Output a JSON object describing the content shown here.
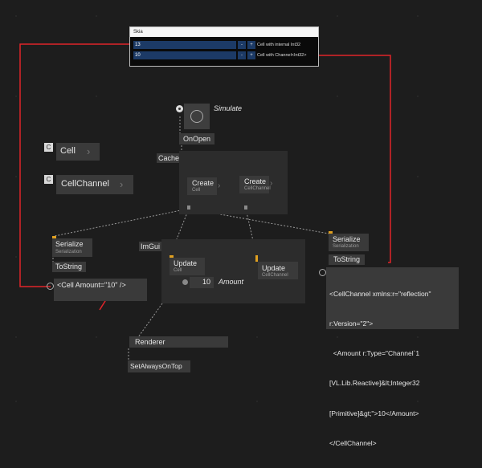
{
  "skia_window": {
    "title": "Skia",
    "rows": [
      {
        "value": "13",
        "minus": "-",
        "plus": "+",
        "label": "Cell with internal Int32"
      },
      {
        "value": "10",
        "minus": "-",
        "plus": "+",
        "label": "Cell with Channel<Int32>"
      }
    ]
  },
  "nodes": {
    "simulate": "Simulate",
    "onopen": "OnOpen",
    "cache": "Cache",
    "cell_tag": "C",
    "cell": "Cell",
    "cellchannel_tag": "C",
    "cellchannel": "CellChannel",
    "create_cell": {
      "label": "Create",
      "sub": "Cell"
    },
    "create_cellchannel": {
      "label": "Create",
      "sub": "CellChannel"
    },
    "serialize_left": {
      "label": "Serialize",
      "sub": "Serialization"
    },
    "tostring_left": "ToString",
    "imgui": "ImGui",
    "update_cell": {
      "label": "Update",
      "sub": "Cell"
    },
    "amount_value": "10",
    "amount_label": "Amount",
    "update_cellchannel": {
      "label": "Update",
      "sub": "CellChannel"
    },
    "serialize_right": {
      "label": "Serialize",
      "sub": "Serialization"
    },
    "tostring_right": "ToString",
    "renderer": "Renderer",
    "setalwaysontop": "SetAlwaysOnTop"
  },
  "outputs": {
    "left": "<Cell Amount=\"10\" />",
    "right_lines": [
      "<CellChannel xmlns:r=\"reflection\"",
      "r:Version=\"2\">",
      "  <Amount r:Type=\"Channel`1",
      "[VL.Lib.Reactive]&lt;Integer32",
      "[Primitive]&gt;\">10</Amount>",
      "</CellChannel>"
    ]
  },
  "colors": {
    "background": "#1d1d1d",
    "node": "#3a3a3a",
    "region": "#2c2c2c",
    "annotation": "#e0242a",
    "pin_active": "#e0a020"
  }
}
